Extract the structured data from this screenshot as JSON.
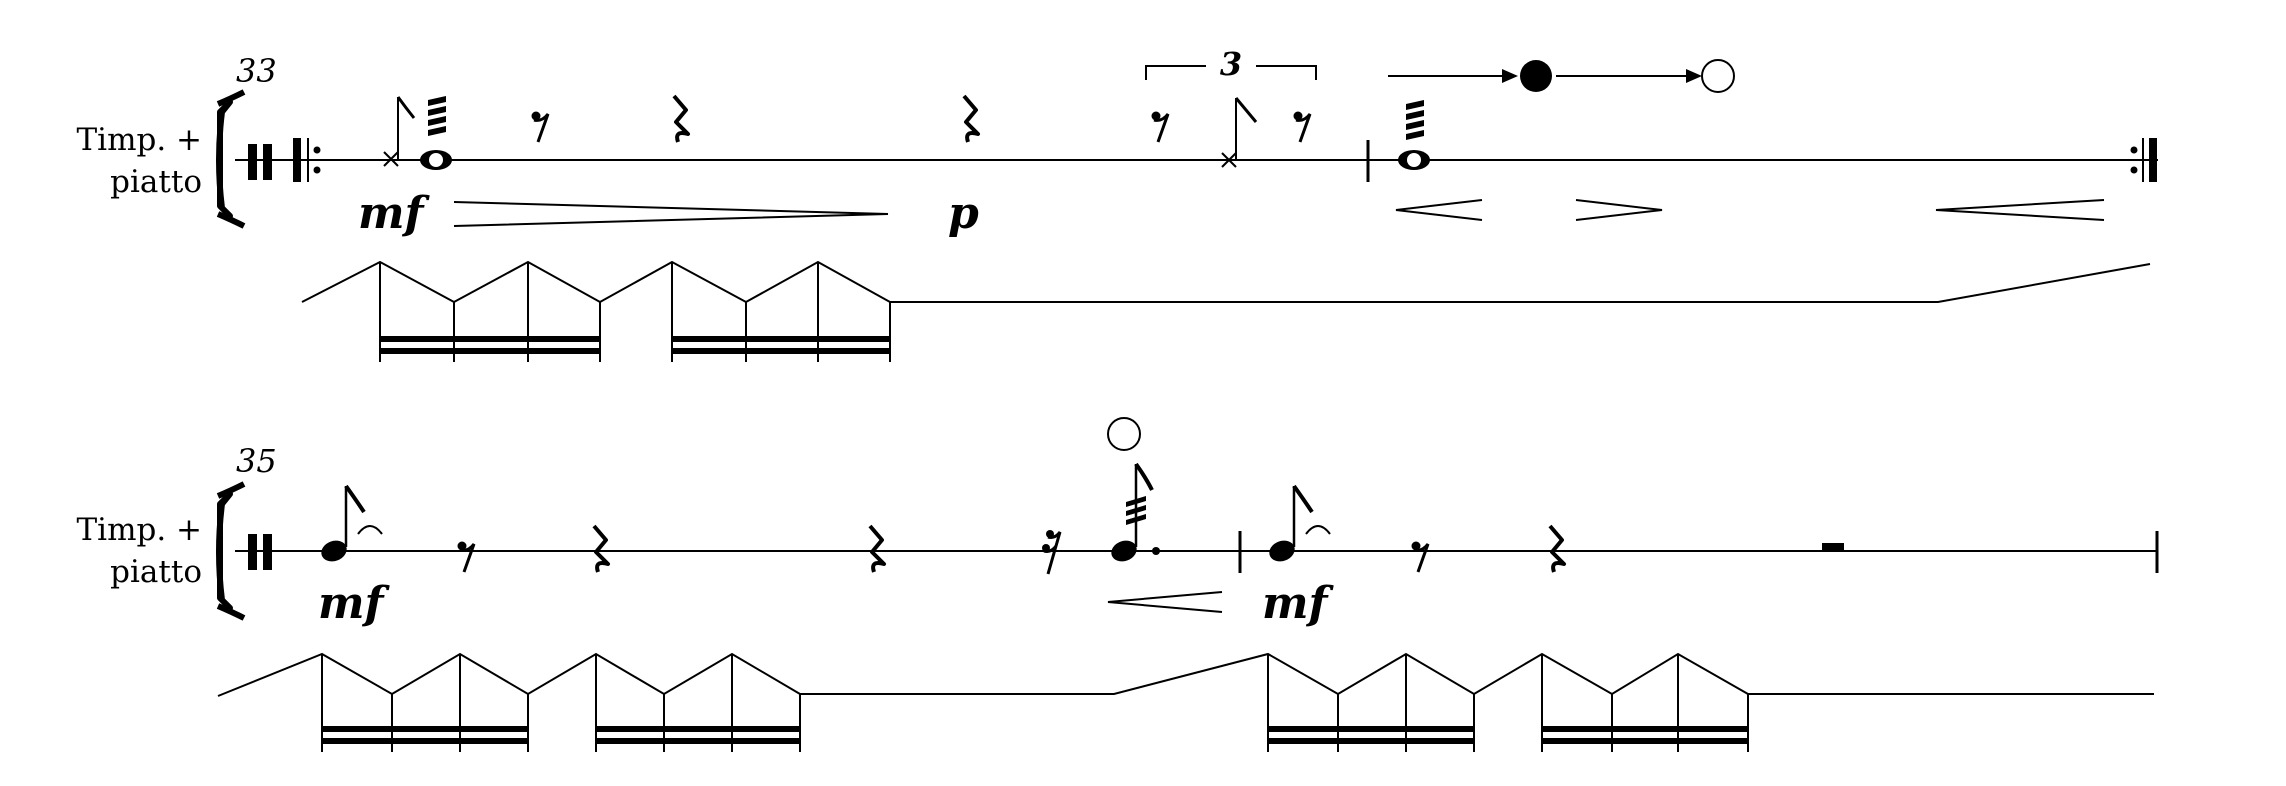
{
  "systems": [
    {
      "measure_number": "33",
      "instrument_line1": "Timp. +",
      "instrument_line2": "piatto",
      "dynamics": [
        "mf",
        "p"
      ],
      "tuplet": "3"
    },
    {
      "measure_number": "35",
      "instrument_line1": "Timp. +",
      "instrument_line2": "piatto",
      "dynamics": [
        "mf",
        "mf"
      ]
    }
  ]
}
